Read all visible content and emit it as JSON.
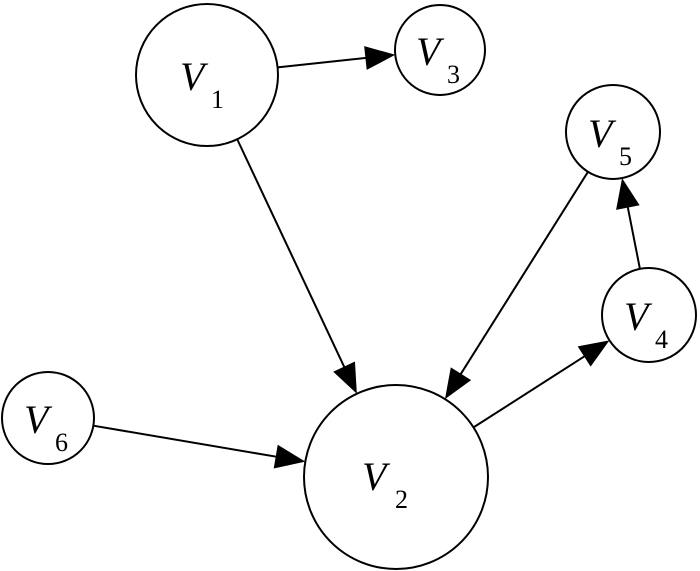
{
  "nodes": [
    {
      "id": "v1",
      "letter": "V",
      "sub": "1"
    },
    {
      "id": "v2",
      "letter": "V",
      "sub": "2"
    },
    {
      "id": "v3",
      "letter": "V",
      "sub": "3"
    },
    {
      "id": "v4",
      "letter": "V",
      "sub": "4"
    },
    {
      "id": "v5",
      "letter": "V",
      "sub": "5"
    },
    {
      "id": "v6",
      "letter": "V",
      "sub": "6"
    }
  ],
  "edges": [
    {
      "from": "v1",
      "to": "v3"
    },
    {
      "from": "v1",
      "to": "v2"
    },
    {
      "from": "v5",
      "to": "v2"
    },
    {
      "from": "v6",
      "to": "v2"
    },
    {
      "from": "v2",
      "to": "v4"
    },
    {
      "from": "v4",
      "to": "v5"
    }
  ]
}
